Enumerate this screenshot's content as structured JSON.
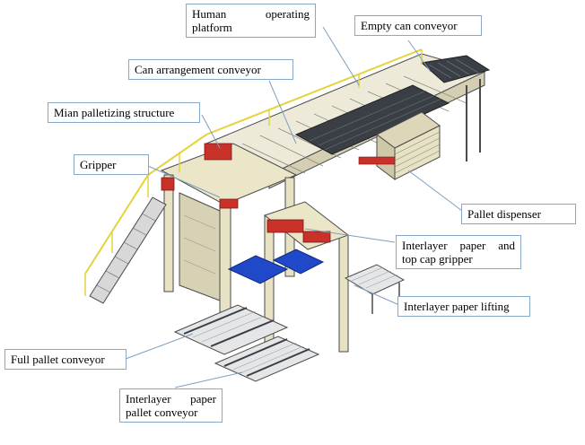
{
  "diagram": {
    "labels": {
      "human_platform": {
        "line1_a": "Human",
        "line1_b": "operating",
        "line2": "platform"
      },
      "empty_can_conveyor": "Empty can conveyor",
      "can_arrangement_conveyor": "Can arrangement conveyor",
      "main_palletizing_structure": "Mian palletizing structure",
      "gripper": "Gripper",
      "pallet_dispenser": "Pallet dispenser",
      "interlayer_gripper": {
        "line1_a": "Interlayer",
        "line1_b": "paper",
        "line1_c": "and",
        "line2": "top cap gripper"
      },
      "interlayer_lifting": "Interlayer paper lifting",
      "full_pallet_conveyor": "Full pallet conveyor",
      "interlayer_pallet_conveyor": {
        "line1_a": "Interlayer",
        "line1_b": "paper",
        "line2": "pallet conveyor"
      }
    },
    "colors": {
      "frame": "#e8e2c4",
      "frame_edge": "#4a4a4a",
      "conveyor_dark": "#3a3f46",
      "rail_yellow": "#e6d23a",
      "accent_red": "#c8322a",
      "accent_blue": "#1f49c8",
      "leader_line": "#7f9fbf"
    }
  }
}
